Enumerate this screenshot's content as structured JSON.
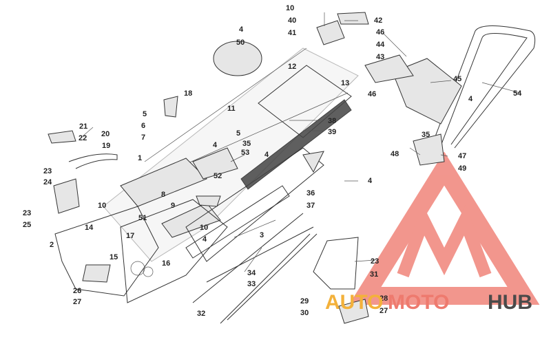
{
  "diagram": {
    "callouts": [
      "10",
      "42",
      "40",
      "41",
      "4",
      "50",
      "46",
      "44",
      "43",
      "12",
      "13",
      "45",
      "46",
      "54",
      "4",
      "18",
      "11",
      "5",
      "6",
      "7",
      "5",
      "38",
      "39",
      "21",
      "20",
      "22",
      "19",
      "4",
      "53",
      "35",
      "35",
      "48",
      "47",
      "49",
      "23",
      "24",
      "1",
      "8",
      "52",
      "4",
      "36",
      "4",
      "23",
      "25",
      "10",
      "14",
      "9",
      "51",
      "10",
      "37",
      "2",
      "17",
      "15",
      "16",
      "4",
      "3",
      "23",
      "31",
      "26",
      "27",
      "34",
      "33",
      "29",
      "28",
      "30",
      "27",
      "32"
    ],
    "watermark": {
      "auto": "AUTO",
      "moto": "MOTO",
      "hub": "HUB",
      "colors": {
        "logo": "#f0847a",
        "auto": "#f3b13b",
        "moto": "#ee7a6e",
        "hub": "#4a4a4a"
      }
    }
  }
}
